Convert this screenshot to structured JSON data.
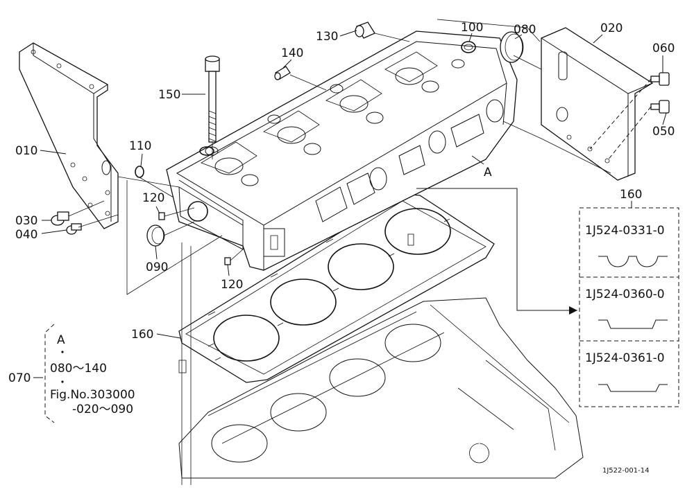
{
  "labels": {
    "p010": "010",
    "p020": "020",
    "p030": "030",
    "p040": "040",
    "p050": "050",
    "p060": "060",
    "p070": "070",
    "p080": "080",
    "p090": "090",
    "p100": "100",
    "p110": "110",
    "p120a": "120",
    "p120b": "120",
    "p130": "130",
    "p140": "140",
    "p150": "150",
    "p160a": "160",
    "p160b": "160",
    "markA": "A"
  },
  "note": {
    "line1": "A",
    "line2": "080～140",
    "line3": "Fig.No.303000",
    "line4": "-020～090"
  },
  "variants": [
    {
      "part": "1J524-0331-0"
    },
    {
      "part": "1J524-0360-0"
    },
    {
      "part": "1J524-0361-0"
    }
  ],
  "figure_code": "1J522-001-14"
}
